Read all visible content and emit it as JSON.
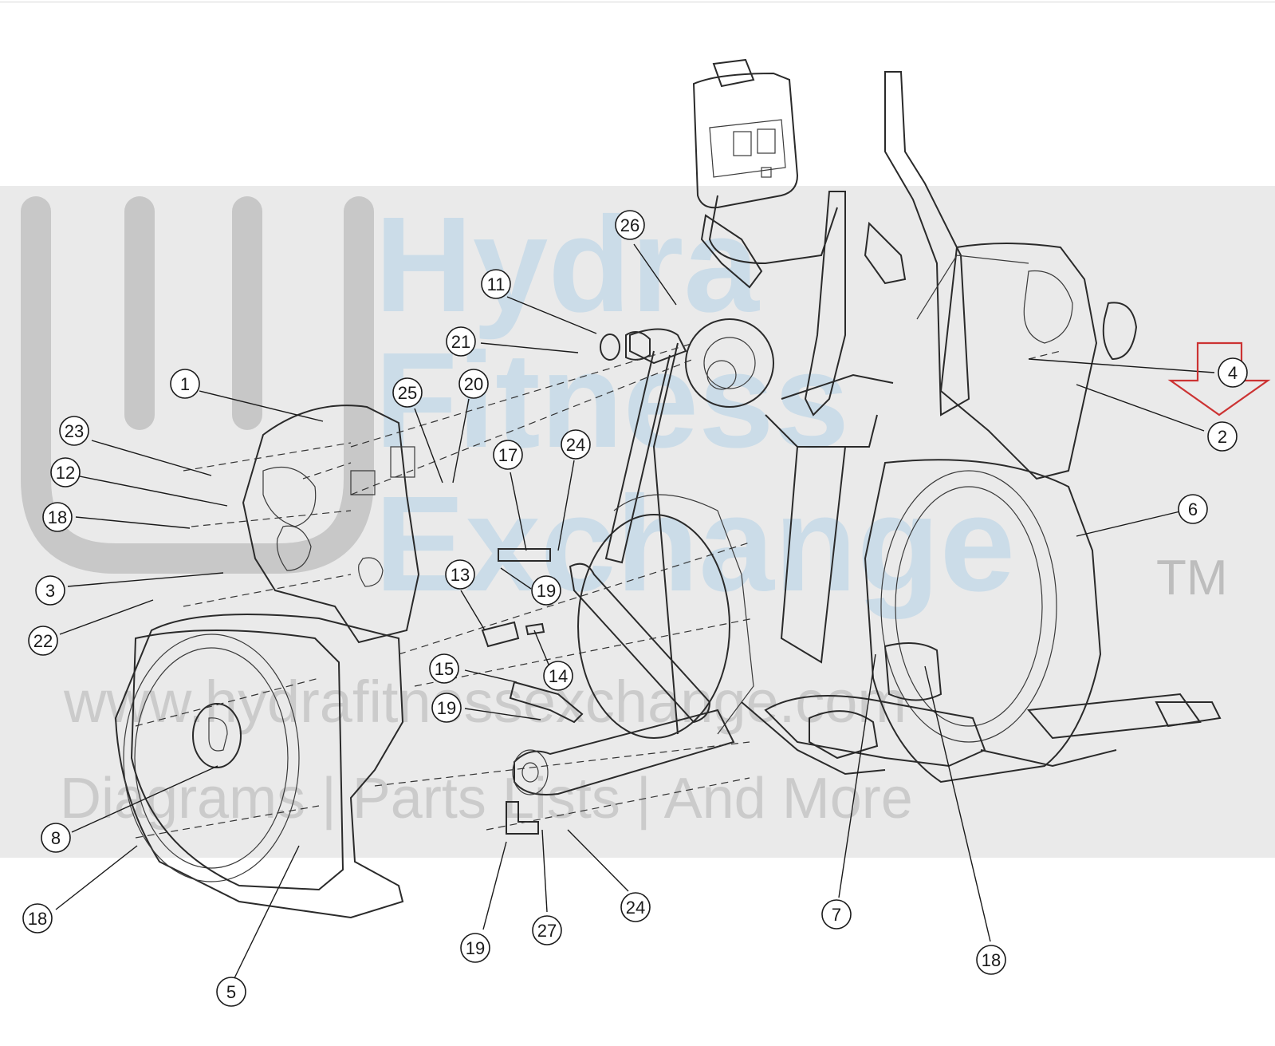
{
  "watermark": {
    "brand_line1": "Hydra",
    "brand_line2": "Fitness",
    "brand_line3": "Exchange",
    "trademark": "TM",
    "url": "www.hydrafitnessexchange.com",
    "tagline": "Diagrams | Parts Lists | And More"
  },
  "colors": {
    "line": "#2a2a2a",
    "watermark_band": "#d9d9d9",
    "watermark_brand": "#c8dbe8",
    "watermark_text": "#bdbdbd",
    "highlight_arrow": "#cc3333"
  },
  "highlight_arrow": {
    "icon": "down-arrow-icon",
    "points_to_part": "4"
  },
  "callouts": [
    {
      "id": "c1",
      "label": "1"
    },
    {
      "id": "c23",
      "label": "23"
    },
    {
      "id": "c12",
      "label": "12"
    },
    {
      "id": "c18a",
      "label": "18"
    },
    {
      "id": "c3",
      "label": "3"
    },
    {
      "id": "c22",
      "label": "22"
    },
    {
      "id": "c8",
      "label": "8"
    },
    {
      "id": "c18b",
      "label": "18"
    },
    {
      "id": "c5",
      "label": "5"
    },
    {
      "id": "c25",
      "label": "25"
    },
    {
      "id": "c20",
      "label": "20"
    },
    {
      "id": "c21",
      "label": "21"
    },
    {
      "id": "c11",
      "label": "11"
    },
    {
      "id": "c26",
      "label": "26"
    },
    {
      "id": "c17",
      "label": "17"
    },
    {
      "id": "c24a",
      "label": "24"
    },
    {
      "id": "c19a",
      "label": "19"
    },
    {
      "id": "c13",
      "label": "13"
    },
    {
      "id": "c14",
      "label": "14"
    },
    {
      "id": "c15",
      "label": "15"
    },
    {
      "id": "c19b",
      "label": "19"
    },
    {
      "id": "c19c",
      "label": "19"
    },
    {
      "id": "c27",
      "label": "27"
    },
    {
      "id": "c24b",
      "label": "24"
    },
    {
      "id": "c7",
      "label": "7"
    },
    {
      "id": "c18c",
      "label": "18"
    },
    {
      "id": "c6",
      "label": "6"
    },
    {
      "id": "c4",
      "label": "4"
    },
    {
      "id": "c2",
      "label": "2"
    }
  ]
}
